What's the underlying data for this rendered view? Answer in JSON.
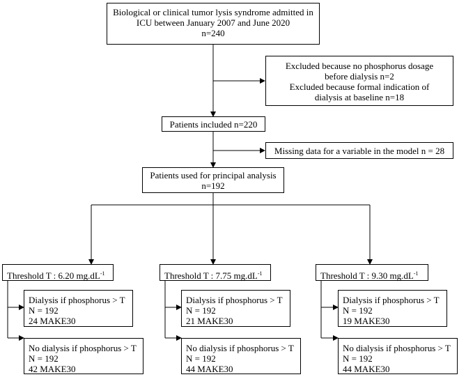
{
  "top_box": {
    "line1": "Biological or clinical tumor lysis syndrome admitted in",
    "line2": "ICU between January 2007 and June 2020",
    "line3": "n=240"
  },
  "exclusion_box": {
    "line1": "Excluded because no phosphorus dosage",
    "line2": "before dialysis n=2",
    "line3": "Excluded because formal indication of",
    "line4": "dialysis at baseline n=18"
  },
  "included_box": {
    "label": "Patients included n=220"
  },
  "missing_box": {
    "label": "Missing data for a variable in the model n = 28"
  },
  "principal_box": {
    "line1": "Patients used for principal analysis",
    "line2": "n=192"
  },
  "thresholds": [
    {
      "label_prefix": "Threshold T : 6.20 mg.dL",
      "label_sup": "-1",
      "dialysis": {
        "line1": "Dialysis if phosphorus > T",
        "line2": "N = 192",
        "line3": "24 MAKE30"
      },
      "no_dialysis": {
        "line1": "No dialysis if phosphorus > T",
        "line2": "N = 192",
        "line3": "42 MAKE30"
      }
    },
    {
      "label_prefix": "Threshold T : 7.75 mg.dL",
      "label_sup": "-1",
      "dialysis": {
        "line1": "Dialysis if phosphorus > T",
        "line2": "N = 192",
        "line3": "21 MAKE30"
      },
      "no_dialysis": {
        "line1": "No dialysis if phosphorus > T",
        "line2": "N = 192",
        "line3": "44 MAKE30"
      }
    },
    {
      "label_prefix": "Threshold T : 9.30 mg.dL",
      "label_sup": "-1",
      "dialysis": {
        "line1": "Dialysis if phosphorus > T",
        "line2": "N = 192",
        "line3": "19 MAKE30"
      },
      "no_dialysis": {
        "line1": "No dialysis if phosphorus > T",
        "line2": "N = 192",
        "line3": "44 MAKE30"
      }
    }
  ]
}
